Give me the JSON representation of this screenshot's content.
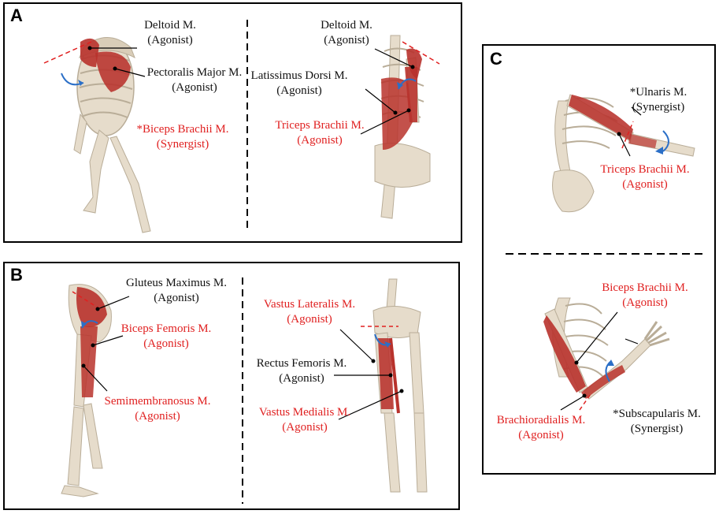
{
  "panels": {
    "a": {
      "letter": "A",
      "left": {
        "deltoid": {
          "name": "Deltoid M.",
          "role": "(Agonist)"
        },
        "pectoralis": {
          "name": "Pectoralis Major M.",
          "role": "(Agonist)"
        },
        "biceps": {
          "name": "*Biceps Brachii M.",
          "role": "(Synergist)"
        }
      },
      "right": {
        "deltoid": {
          "name": "Deltoid M.",
          "role": "(Agonist)"
        },
        "latissimus": {
          "name": "Latissimus Dorsi M.",
          "role": "(Agonist)"
        },
        "triceps": {
          "name": "Triceps Brachii M.",
          "role": "(Agonist)"
        }
      }
    },
    "b": {
      "letter": "B",
      "left": {
        "gluteus": {
          "name": "Gluteus Maximus M.",
          "role": "(Agonist)"
        },
        "biceps_femoris": {
          "name": "Biceps Femoris M.",
          "role": "(Agonist)"
        },
        "semimembranosus": {
          "name": "Semimembranosus M.",
          "role": "(Agonist)"
        }
      },
      "right": {
        "vastus_lateralis": {
          "name": "Vastus Lateralis M.",
          "role": "(Agonist)"
        },
        "rectus_femoris": {
          "name": "Rectus Femoris M.",
          "role": "(Agonist)"
        },
        "vastus_medialis": {
          "name": "Vastus Medialis M.",
          "role": "(Agonist)"
        }
      }
    },
    "c": {
      "letter": "C",
      "top": {
        "ulnaris": {
          "name": "*Ulnaris M.",
          "role": "(Synergist)"
        },
        "triceps": {
          "name": "Triceps Brachii M.",
          "role": "(Agonist)"
        }
      },
      "bottom": {
        "biceps": {
          "name": "Biceps Brachii M.",
          "role": "(Agonist)"
        },
        "brachioradialis": {
          "name": "Brachioradialis M.",
          "role": "(Agonist)"
        },
        "subscapularis": {
          "name": "*Subscapularis M.",
          "role": "(Synergist)"
        }
      }
    }
  },
  "colors": {
    "agonist_label_red": "#e02020",
    "label_black": "#111111",
    "rotation_arrow_blue": "#2b6fc7",
    "muscle_red": "#b8322c",
    "bone": "#e6dccb"
  }
}
